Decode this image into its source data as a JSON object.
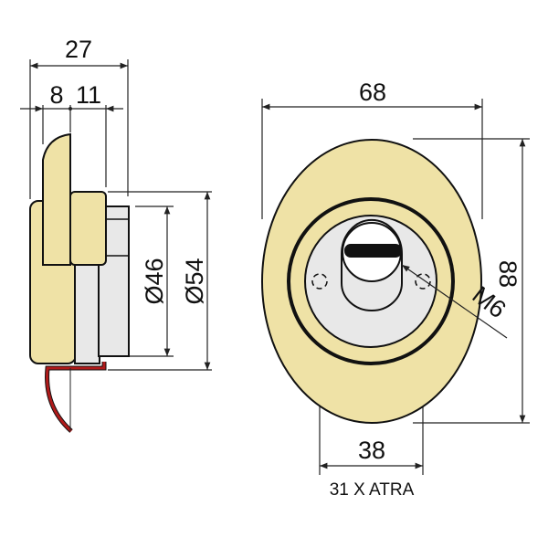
{
  "side_view": {
    "dim_total": "27",
    "dim_a": "8",
    "dim_b": "11",
    "dim_inner_dia": "Ø46",
    "dim_outer_dia": "Ø54"
  },
  "front_view": {
    "dim_width": "68",
    "dim_height": "88",
    "dim_thread": "M6",
    "dim_screw_spacing": "38",
    "note": "31 X ATRA"
  },
  "colors": {
    "brass": "#efe2a6",
    "steel": "#e8e8e8",
    "red": "#b01a1a",
    "line": "#111111"
  }
}
